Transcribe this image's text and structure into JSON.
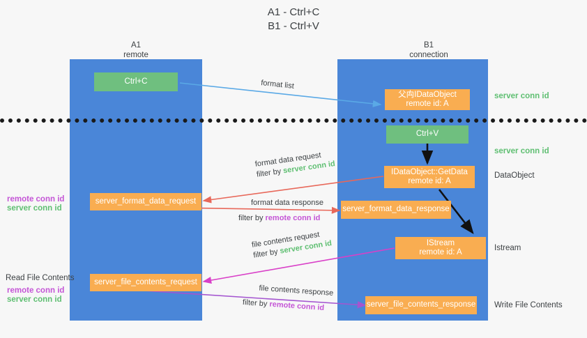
{
  "title": {
    "line1": "A1 - Ctrl+C",
    "line2": "B1 - Ctrl+V"
  },
  "lanes": [
    {
      "id": "a1",
      "name": "A1",
      "sub": "remote"
    },
    {
      "id": "b1",
      "name": "B1",
      "sub": "connection"
    }
  ],
  "colors": {
    "lane": "#4a86d8",
    "box_orange": "#f9ad51",
    "box_green": "#6fbf7f",
    "server_conn_id": "#5fbf72",
    "remote_conn_id": "#c455d6",
    "arrow_blue": "#5aa9e6",
    "arrow_red": "#e8685a",
    "arrow_magenta": "#d940c8",
    "arrow_purple": "#a455d0",
    "arrow_black": "#111111",
    "background": "#f7f7f7"
  },
  "boxes": {
    "ctrl_c": {
      "line1": "Ctrl+C"
    },
    "ctrl_v": {
      "line1": "Ctrl+V"
    },
    "idataobject": {
      "line1": "⽗⽱IDataObject",
      "line2": "remote id: A"
    },
    "getdata": {
      "line1": "IDataObject::GetData",
      "line2": "remote id: A"
    },
    "istream": {
      "line1": "IStream",
      "line2": "remote id: A"
    },
    "fmt_req": {
      "line1": "server_format_data_request"
    },
    "fmt_resp": {
      "line1": "server_format_data_response"
    },
    "file_req": {
      "line1": "server_file_contents_request"
    },
    "file_resp": {
      "line1": "server_file_contents_response"
    }
  },
  "right_labels": {
    "server_conn_id_top": "server conn id",
    "server_conn_id_mid": "server conn id",
    "data_object": "DataObject",
    "istream": "Istream",
    "write_file_contents": "Write File Contents"
  },
  "left_labels": {
    "remote_conn_id_1": "remote conn id",
    "server_conn_id_1": "server conn id",
    "read_file_contents": "Read File Contents",
    "remote_conn_id_2": "remote conn id",
    "server_conn_id_2": "server conn id"
  },
  "edges": {
    "format_list": "format list",
    "format_data_request": "format data request",
    "format_data_request_filter_prefix": "filter by ",
    "format_data_request_filter_value": "server conn id",
    "format_data_response": "format data response",
    "format_data_response_filter_prefix": "filter by ",
    "format_data_response_filter_value": "remote conn id",
    "file_contents_request": "file contents request",
    "file_contents_request_filter_prefix": "filter by ",
    "file_contents_request_filter_value": "server conn id",
    "file_contents_response": "file contents response",
    "file_contents_response_filter_prefix": "filter by ",
    "file_contents_response_filter_value": "remote conn id"
  }
}
